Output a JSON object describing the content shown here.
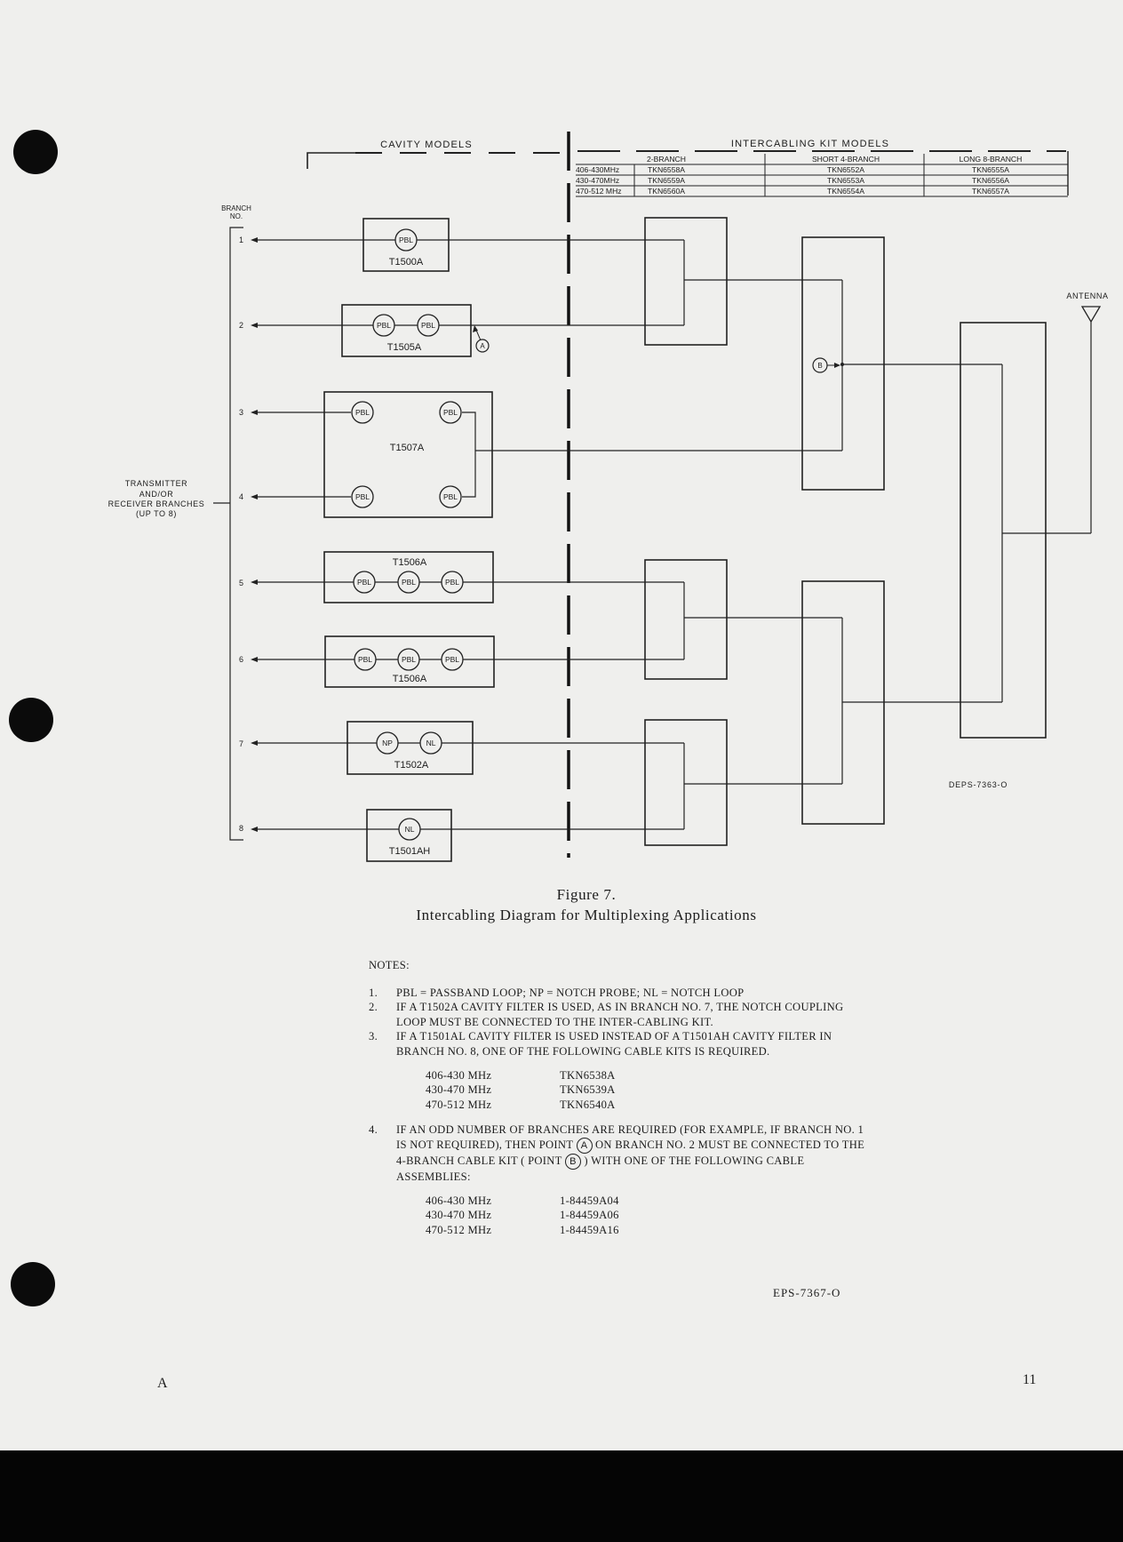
{
  "header": {
    "cavity_models": "CAVITY MODELS",
    "kit_models": "INTERCABLING KIT MODELS"
  },
  "kit_table": {
    "columns": [
      "2-BRANCH",
      "SHORT 4-BRANCH",
      "LONG 8-BRANCH"
    ],
    "rows": [
      {
        "freq": "406-430MHz",
        "cells": [
          "TKN6558A",
          "TKN6552A",
          "TKN6555A"
        ]
      },
      {
        "freq": "430-470MHz",
        "cells": [
          "TKN6559A",
          "TKN6553A",
          "TKN6556A"
        ]
      },
      {
        "freq": "470-512 MHz",
        "cells": [
          "TKN6560A",
          "TKN6554A",
          "TKN6557A"
        ]
      }
    ]
  },
  "labels": {
    "branch_no_1": "BRANCH",
    "branch_no_2": "NO.",
    "antenna": "ANTENNA",
    "tx_1": "TRANSMITTER",
    "tx_2": "AND/OR",
    "tx_3": "RECEIVER BRANCHES",
    "tx_4": "(UP TO 8)",
    "drawing_id": "DEPS-7363-O",
    "point_a": "A",
    "point_b": "B"
  },
  "branches": [
    "1",
    "2",
    "3",
    "4",
    "5",
    "6",
    "7",
    "8"
  ],
  "cavities": {
    "t1500a": "T1500A",
    "t1505a": "T1505A",
    "t1507a": "T1507A",
    "t1506a_top": "T1506A",
    "t1506a_bottom": "T1506A",
    "t1502a": "T1502A",
    "t1501ah": "T1501AH"
  },
  "loops": {
    "pbl": "PBL",
    "np": "NP",
    "nl": "NL"
  },
  "caption": {
    "figure": "Figure 7.",
    "title": "Intercabling Diagram for Multiplexing Applications"
  },
  "notes": {
    "title": "NOTES:",
    "n1": "PBL = PASSBAND LOOP; NP = NOTCH PROBE; NL = NOTCH LOOP",
    "n2": "IF A T1502A CAVITY FILTER IS USED, AS IN BRANCH NO. 7, THE NOTCH COUPLING LOOP MUST BE CONNECTED TO THE INTER-CABLING KIT.",
    "n3": "IF A T1501AL CAVITY FILTER IS USED INSTEAD OF A T1501AH CAVITY FILTER IN BRANCH NO. 8, ONE OF THE FOLLOWING CABLE KITS IS REQUIRED.",
    "kits": [
      {
        "freq": "406-430 MHz",
        "model": "TKN6538A"
      },
      {
        "freq": "430-470 MHz",
        "model": "TKN6539A"
      },
      {
        "freq": "470-512 MHz",
        "model": "TKN6540A"
      }
    ],
    "n4_part1": "IF AN ODD NUMBER OF BRANCHES ARE REQUIRED (FOR EXAMPLE, IF BRANCH NO. 1 IS NOT REQUIRED), THEN POINT",
    "n4_part2": "ON BRANCH NO. 2 MUST BE CONNECTED TO THE 4-BRANCH CABLE KIT ( POINT",
    "n4_part3": ") WITH ONE OF THE FOLLOWING CABLE ASSEMBLIES:",
    "assemblies": [
      {
        "freq": "406-430 MHz",
        "model": "1-84459A04"
      },
      {
        "freq": "430-470 MHz",
        "model": "1-84459A06"
      },
      {
        "freq": "470-512 MHz",
        "model": "1-84459A16"
      }
    ],
    "eps": "EPS-7367-O"
  },
  "footer": {
    "left": "A",
    "page": "11"
  }
}
